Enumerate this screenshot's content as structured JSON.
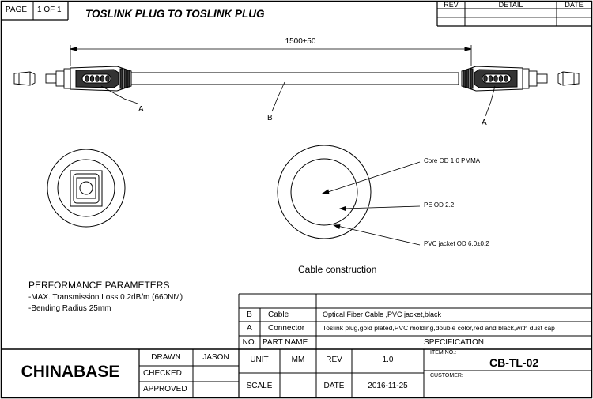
{
  "header": {
    "page_label": "PAGE",
    "page_value": "1 OF 1",
    "title": "TOSLINK PLUG TO TOSLINK PLUG"
  },
  "revision_block": {
    "rev": "REV",
    "detail": "DETAIL",
    "date": "DATE"
  },
  "drawing": {
    "length_dim": "1500±50",
    "callout_a": "A",
    "callout_b": "B",
    "core": "Core OD 1.0 PMMA",
    "pe": "PE OD  2.2",
    "jacket": "PVC jacket OD 6.0±0.2",
    "section_caption": "Cable construction"
  },
  "performance": {
    "heading": "PERFORMANCE PARAMETERS",
    "lines": [
      "-MAX. Transmission Loss 0.2dB/m (660NM)",
      "-Bending Radius 25mm"
    ]
  },
  "bom": {
    "rows": [
      {
        "no": "B",
        "name": "Cable",
        "spec": "Optical Fiber Cable ,PVC jacket,black"
      },
      {
        "no": "A",
        "name": "Connector",
        "spec": "Toslink plug,gold plated,PVC molding,double color,red and black,with dust cap"
      }
    ],
    "header": {
      "no": "NO.",
      "name": "PART NAME",
      "spec": "SPECIFICATION"
    }
  },
  "title_block": {
    "company": "CHINABASE",
    "drawn_label": "DRAWN",
    "drawn_value": "JASON",
    "checked_label": "CHECKED",
    "approved_label": "APPROVED",
    "unit_label": "UNIT",
    "unit_value": "MM",
    "scale_label": "SCALE",
    "rev_label": "REV",
    "rev_value": "1.0",
    "date_label": "DATE",
    "date_value": "2016-11-25",
    "item_no_label": "ITEM NO.:",
    "item_no_value": "CB-TL-02",
    "customer_label": "CUSTOMER:"
  }
}
